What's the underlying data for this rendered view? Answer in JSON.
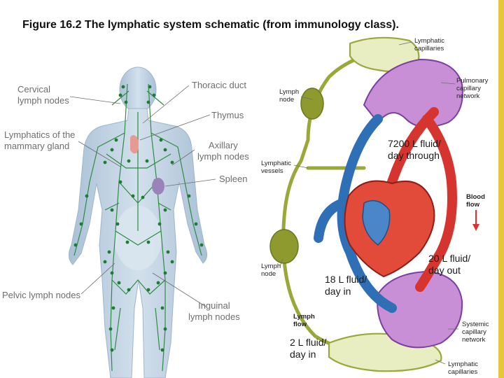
{
  "title": "Figure 16.2  The lymphatic system schematic (from immunology class).",
  "left_labels": {
    "cervical": "Cervical\nlymph nodes",
    "thoracic": "Thoracic duct",
    "thymus": "Thymus",
    "mammary": "Lymphatics of the\nmammary gland",
    "axillary": "Axillary\nlymph nodes",
    "spleen": "Spleen",
    "pelvic": "Pelvic lymph nodes",
    "inguinal": "Inguinal\nlymph nodes"
  },
  "right_labels": {
    "lymph_caps_top": "Lymphatic\ncapillaries",
    "pulmonary": "Pulmonary\ncapillary\nnetwork",
    "lymph_node_top": "Lymph\nnode",
    "lymph_vessels": "Lymphatic\nvessels",
    "blood_flow": "Blood\nflow",
    "lymph_node_bottom": "Lymph\nnode",
    "lymph_flow": "Lymph\nflow",
    "systemic": "Systemic\ncapillary\nnetwork",
    "lymph_caps_bottom": "Lymphatic\ncapillaries"
  },
  "annotations": {
    "through": "7200 L fluid/\nday through",
    "out": "20 L fluid/\nday out",
    "in18": "18 L fluid/\nday in",
    "in2": "2 L fluid/\nday in"
  },
  "colors": {
    "lymph_green": "#9aa83a",
    "node_green": "#1f8a3c",
    "artery_red": "#d6342e",
    "vein_blue": "#2f6fb5",
    "capillary_purple": "#8a4fb0",
    "body_blue": "#b9cde0",
    "accent_gold": "#e8c63b"
  }
}
